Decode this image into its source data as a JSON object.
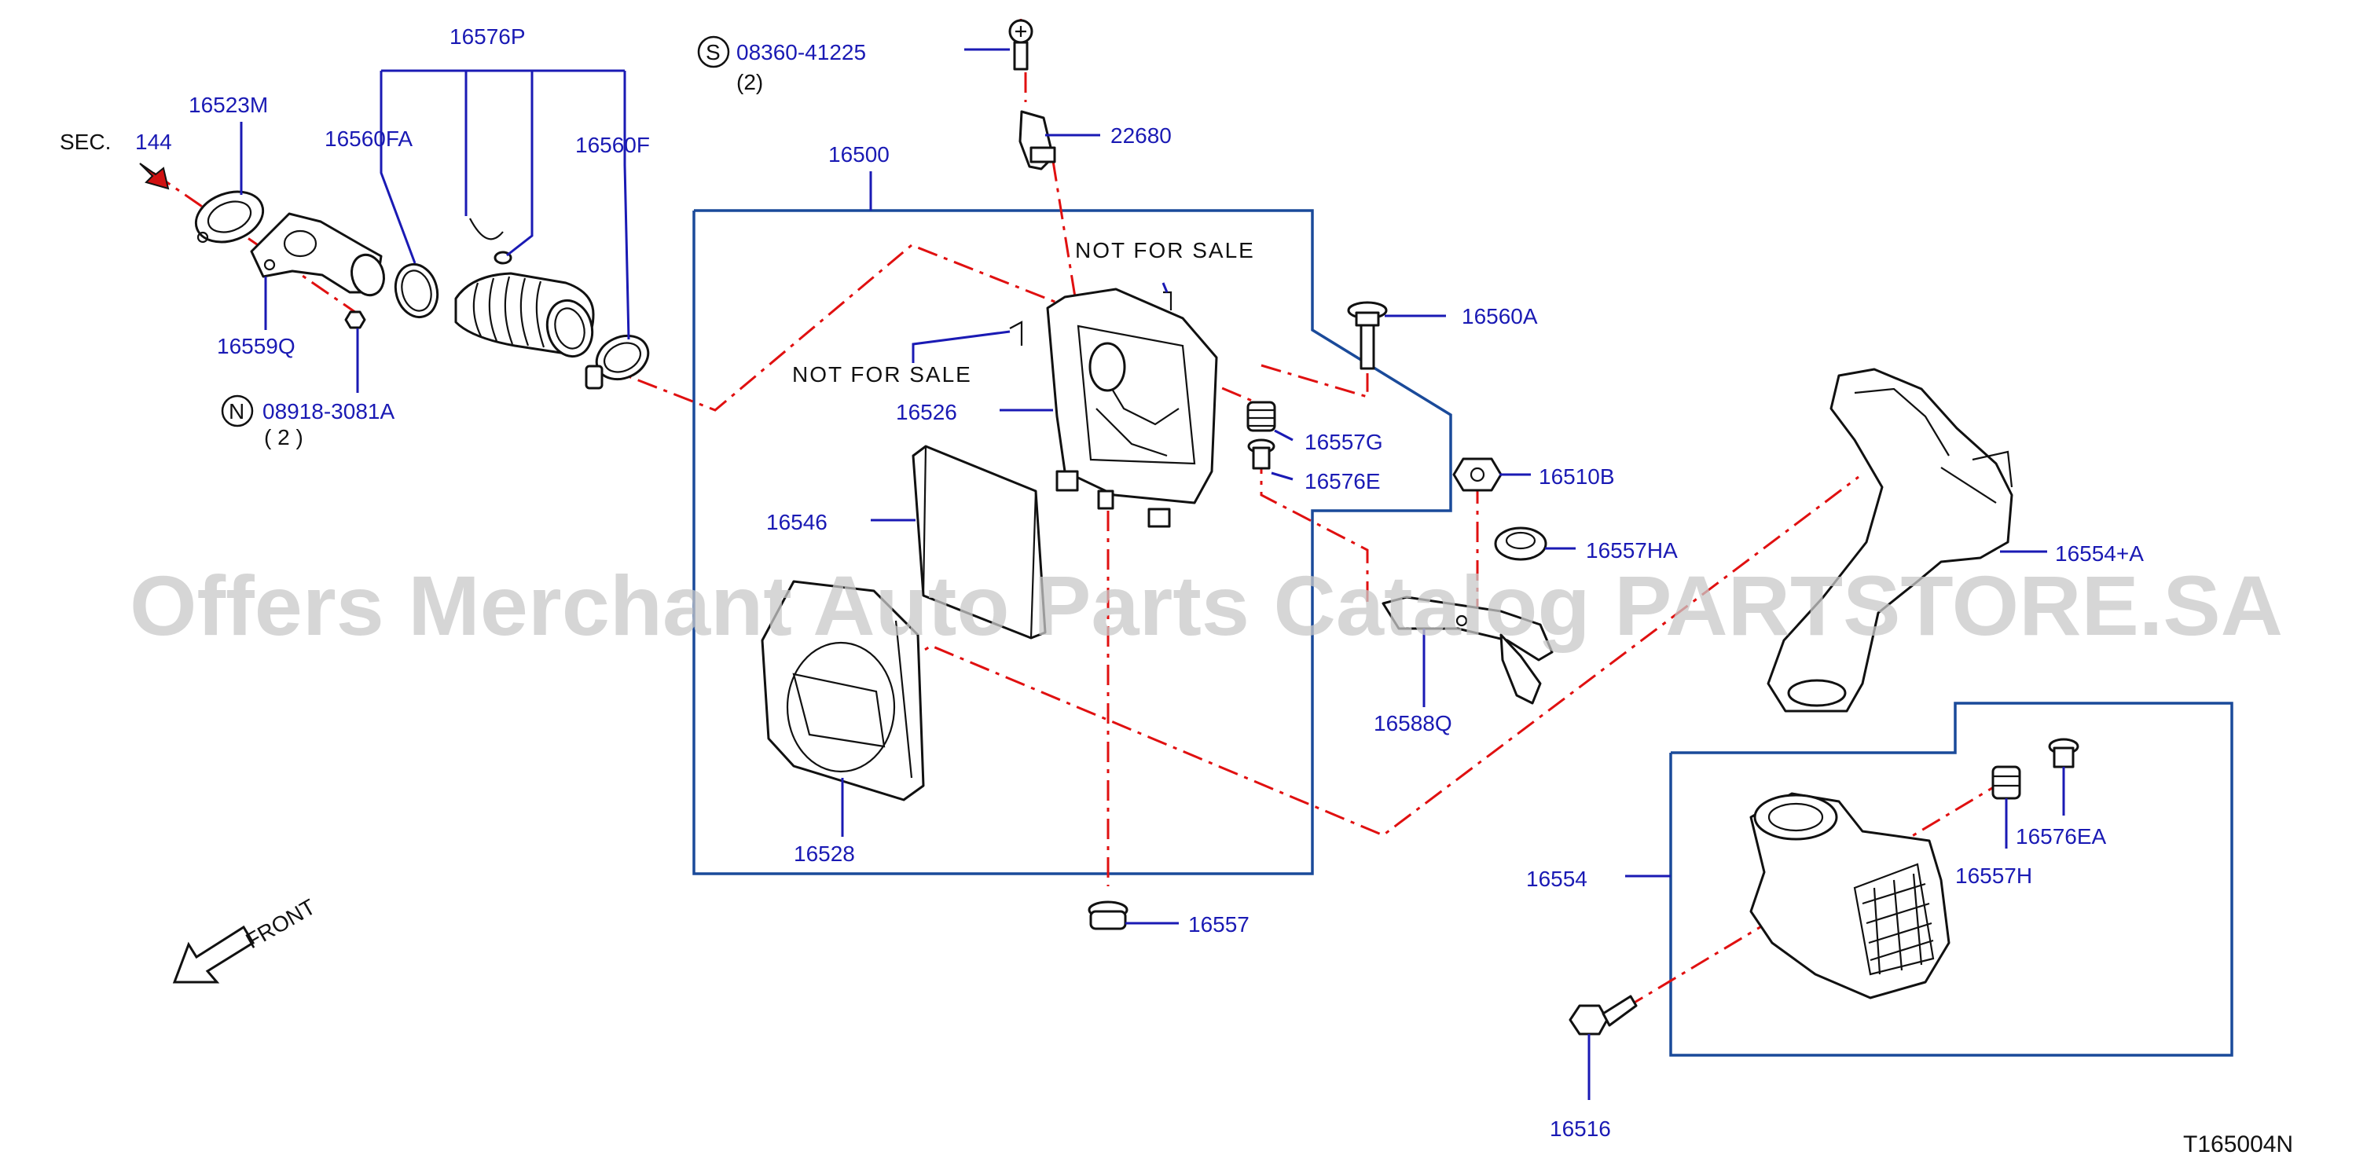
{
  "diagram_code": "T165004N",
  "watermark": "Offers Merchant Auto Parts Catalog PARTSTORE.SA",
  "sec_ref": {
    "prefix": "SEC.",
    "number": "144"
  },
  "front_label": "FRONT",
  "not_for_sale": [
    "NOT   FOR   SALE",
    "NOT   FOR   SALE"
  ],
  "circled_refs": [
    {
      "letter": "S",
      "part": "08360-41225",
      "qty": "(2)"
    },
    {
      "letter": "N",
      "part": "08918-3081A",
      "qty": "(  2  )"
    }
  ],
  "parts": {
    "p16576P": "16576P",
    "p16523M": "16523M",
    "p16560FA": "16560FA",
    "p16560F": "16560F",
    "p16559Q": "16559Q",
    "p16500": "16500",
    "p22680": "22680",
    "p16560A": "16560A",
    "p16526": "16526",
    "p16557G": "16557G",
    "p16576E": "16576E",
    "p16510B": "16510B",
    "p16557HA": "16557HA",
    "p16554A": "16554+A",
    "p16546": "16546",
    "p16588Q": "16588Q",
    "p16528": "16528",
    "p16557": "16557",
    "p16554": "16554",
    "p16576EA": "16576EA",
    "p16557H": "16557H",
    "p16516": "16516"
  },
  "colors": {
    "label_blue": "#1a1ab4",
    "box_blue": "#1a4a9a",
    "dash_red": "#e01010",
    "watermark_gray": "#c8c8c8"
  }
}
